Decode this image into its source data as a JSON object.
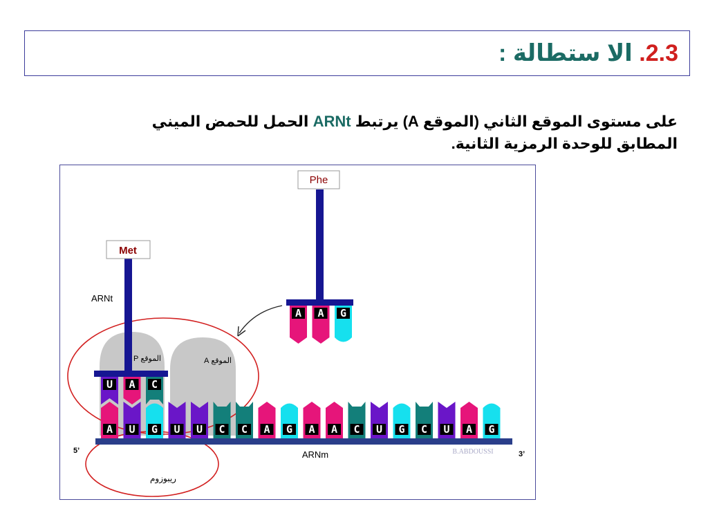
{
  "title": {
    "number": "2.3.",
    "text": " الا ستطالة :"
  },
  "paragraph": {
    "part1": "على مستوى الموقع الثاني (الموقع A) يرتبط ",
    "term": "ARNt",
    "part2": " الحمل للحمض الميني المطابق للوحدة الرمزية الثانية."
  },
  "figure": {
    "incoming_amino_acid": "Phe",
    "bound_amino_acid": "Met",
    "trna_label": "ARNt",
    "site_p_label": "الموقع P",
    "site_a_label": "الموقع A",
    "mrna_label": "ARNm",
    "five_prime": "5’",
    "three_prime": "3’",
    "ribosome_label": "ريبوزوم",
    "watermark": "B.ABDOUSSI",
    "mrna_codons": [
      "A",
      "U",
      "G",
      "U",
      "U",
      "C",
      "C",
      "A",
      "G",
      "A",
      "A",
      "C",
      "U",
      "G",
      "C",
      "U",
      "A",
      "G"
    ],
    "bound_anticodon": [
      "U",
      "A",
      "C"
    ],
    "incoming_anticodon": [
      "A",
      "A",
      "G"
    ],
    "colors": {
      "A": "#e6157a",
      "U": "#6a16c8",
      "G": "#16e0ee",
      "C": "#137f7a",
      "trna_stem": "#161692",
      "ribosome": "#c8c8c8",
      "ribosome_outline": "#d22020",
      "amino_box_text": "#8b0000",
      "strand": "#2a3e8a"
    }
  }
}
